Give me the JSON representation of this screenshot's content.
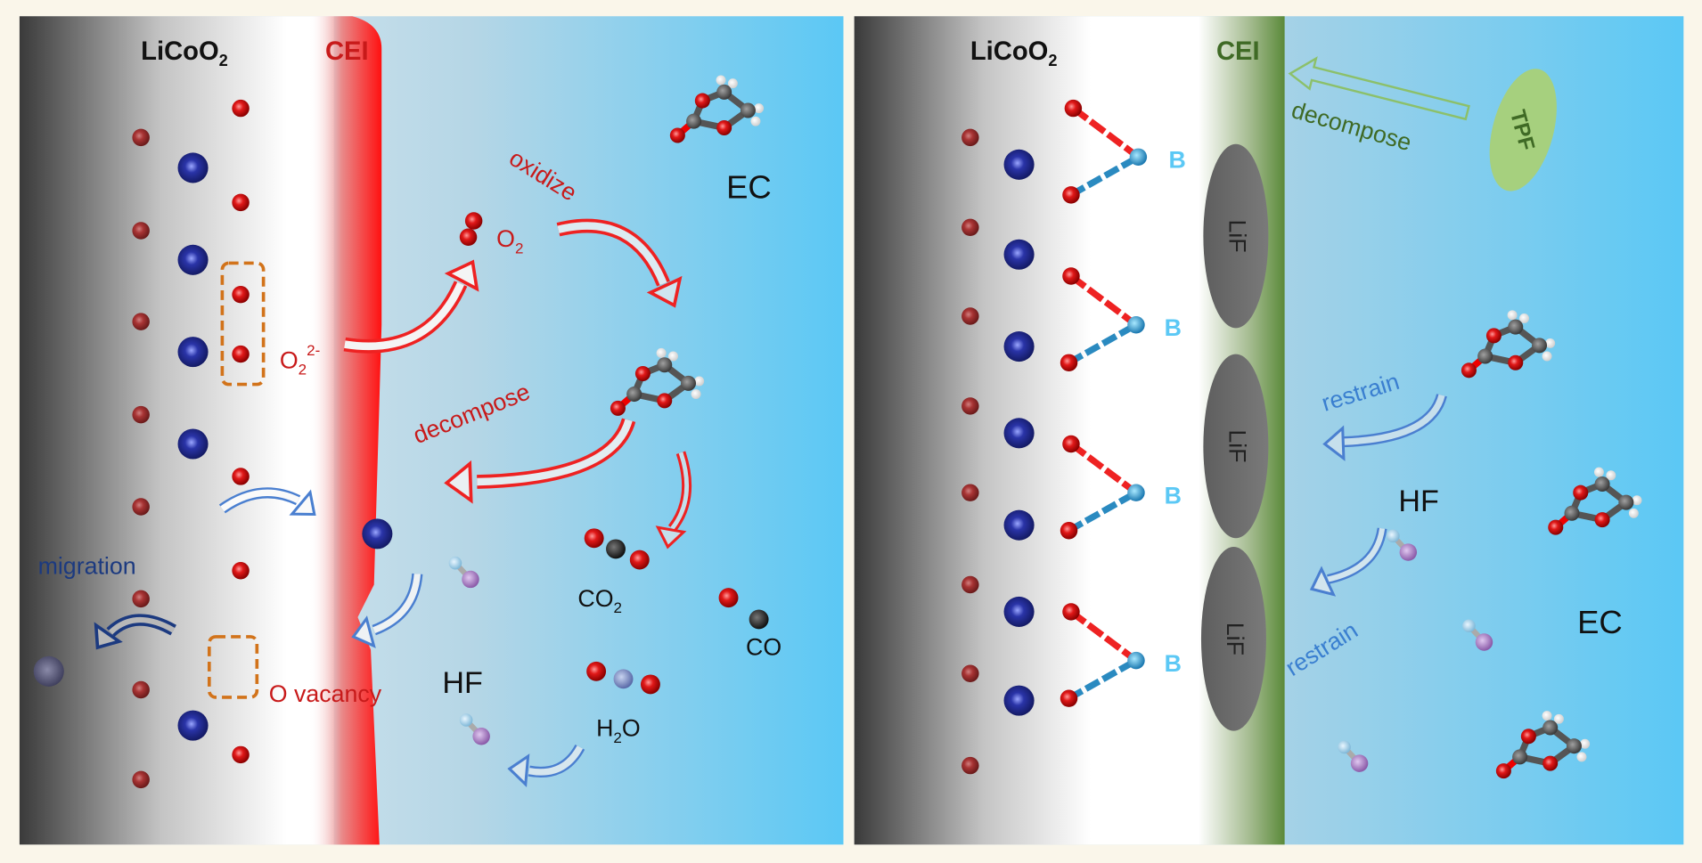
{
  "left_panel": {
    "cathode_label": {
      "base": "LiCoO",
      "sub": "2"
    },
    "cei_label": "CEI",
    "peroxide": {
      "base": "O",
      "sub": "2",
      "sup": "2-"
    },
    "oxygen": {
      "base": "O",
      "sub": "2"
    },
    "oxidize": "oxidize",
    "ec": "EC",
    "decompose": "decompose",
    "migration": "migration",
    "o_vacancy": "O vacancy",
    "hf": "HF",
    "co2": {
      "base": "CO",
      "sub": "2"
    },
    "co": "CO",
    "h2o": {
      "pre": "H",
      "sub": "2",
      "post": "O"
    }
  },
  "right_panel": {
    "cathode_label": {
      "base": "LiCoO",
      "sub": "2"
    },
    "cei_label": "CEI",
    "decompose": "decompose",
    "tpf": "TPF",
    "boron_labels": [
      "B",
      "B",
      "B",
      "B"
    ],
    "lif_labels": [
      "LiF",
      "LiF",
      "LiF"
    ],
    "restrain_1": "restrain",
    "restrain_2": "restrain",
    "hf": "HF",
    "ec": "EC"
  },
  "colors": {
    "background": "#faf6ea",
    "cei_red": "#ee1c1c",
    "cei_green": "#5b8a3a",
    "electrolyte_blue": "#5bc8f5",
    "arrow_red": "#ee2222",
    "arrow_blue": "#4a7fd0",
    "arrow_navy": "#1c3a80",
    "boron_label": "#5bc8f5",
    "tpf_fill": "#a6d07e"
  }
}
